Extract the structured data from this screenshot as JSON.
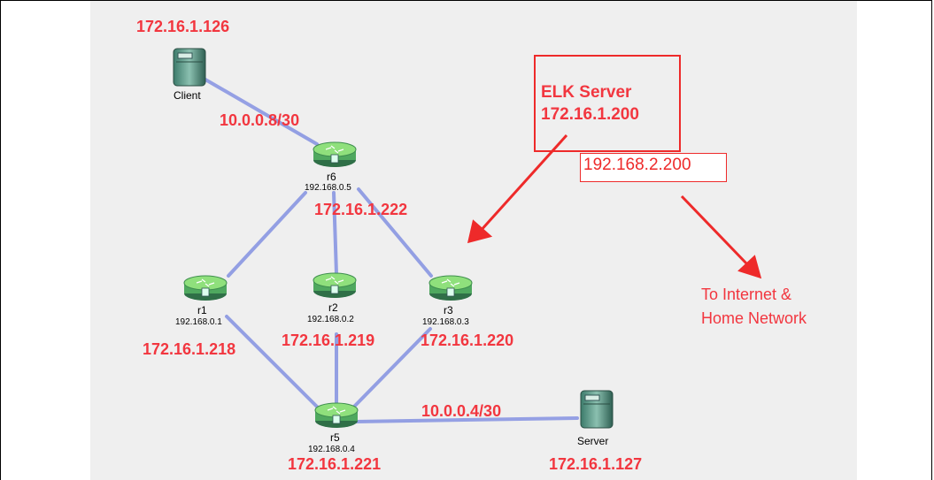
{
  "nodes": {
    "client": {
      "name": "Client"
    },
    "server": {
      "name": "Server"
    },
    "r6": {
      "name": "r6",
      "ip": "192.168.0.5"
    },
    "r1": {
      "name": "r1",
      "ip": "192.168.0.1"
    },
    "r2": {
      "name": "r2",
      "ip": "192.168.0.2"
    },
    "r3": {
      "name": "r3",
      "ip": "192.168.0.3"
    },
    "r5": {
      "name": "r5",
      "ip": "192.168.0.4"
    }
  },
  "annotations": {
    "client_ip": "172.16.1.126",
    "client_link": "10.0.0.8/30",
    "r6_mgmt": "172.16.1.222",
    "r1_mgmt": "172.16.1.218",
    "r2_mgmt": "172.16.1.219",
    "r3_mgmt": "172.16.1.220",
    "r5_mgmt": "172.16.1.221",
    "server_link": "10.0.0.4/30",
    "server_ip": "172.16.1.127",
    "elk_title": "ELK Server",
    "elk_ip": "172.16.1.200",
    "elk_external_ip": "192.168.2.200",
    "internet_line1": "To Internet &",
    "internet_line2": "Home Network"
  },
  "colors": {
    "annotation_red": "#f2363f",
    "link_blue": "#8f9be3",
    "router_green": "#5fd24a",
    "canvas_gray": "#efefef"
  }
}
